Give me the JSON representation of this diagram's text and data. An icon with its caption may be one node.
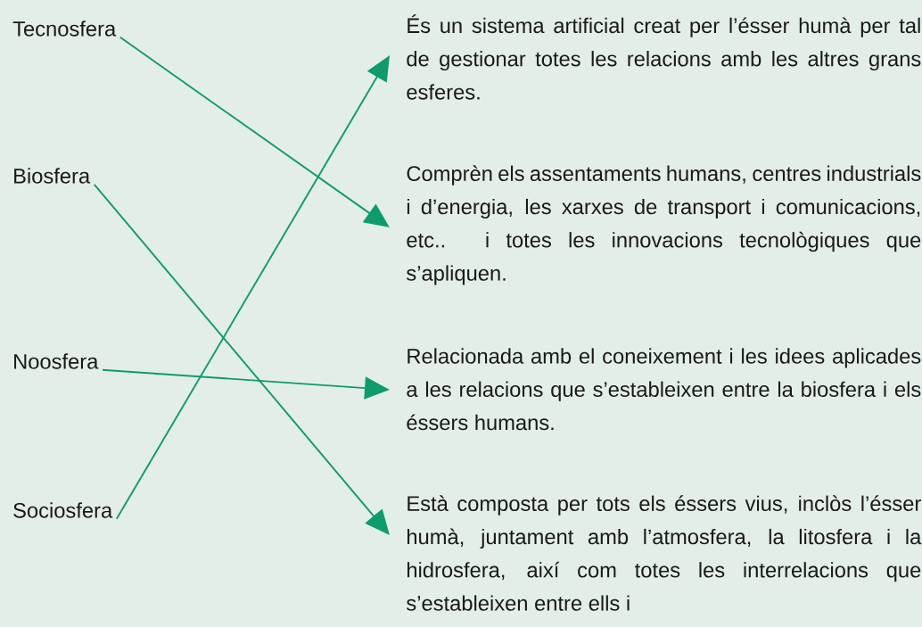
{
  "diagram": {
    "nodes": [
      {
        "text": [
          "Tecnosfera"
        ]
      },
      {
        "text": [
          "Biosfera"
        ]
      },
      {
        "text": [
          "Noosfera"
        ]
      },
      {
        "text": [
          "Sociosfera"
        ]
      },
      {
        "text": [
          "És un sistema artificial creat per l’ésser humà per tal de gestionar totes les relacions amb les altres grans esferes."
        ]
      },
      {
        "text": [
          "Comprèn els assentaments humans, centres industrials i d’energia, les xarxes de transport i comunicacions, etc.. i totes les innovacions tecnològiques que s’apliquen."
        ]
      },
      {
        "text": [
          "Relacionada amb el coneixement i les idees aplicades a les relacions que s’estableixen entre la biosfera i els éssers humans."
        ]
      },
      {
        "text": [
          "Està composta per tots els éssers vius, inclòs l’ésser humà, juntament amb l’atmosfera, la litosfera i la hidrosfera, així com totes les interrelacions que s’estableixen entre ells i"
        ]
      }
    ],
    "edges": [
      {
        "from": 0,
        "to": 5,
        "arrow": "to"
      },
      {
        "from": 1,
        "to": 7,
        "arrow": "to"
      },
      {
        "from": 2,
        "to": 6,
        "arrow": "to"
      },
      {
        "from": 3,
        "to": 4,
        "arrow": "to"
      }
    ]
  }
}
